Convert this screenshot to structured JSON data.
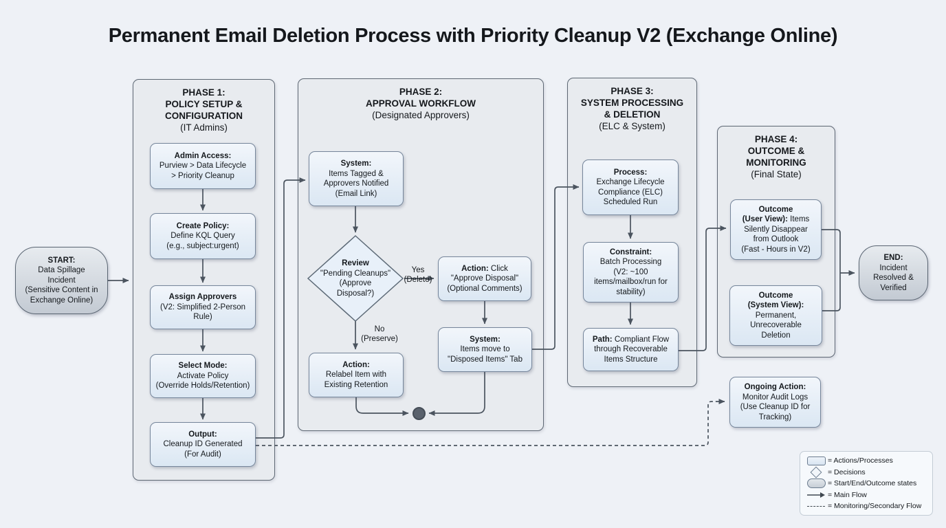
{
  "title": "Permanent Email Deletion Process with Priority Cleanup V2 (Exchange Online)",
  "colors": {
    "background": "#eef1f6",
    "container_fill": "#e8ebef",
    "process_fill": "#dbe7f3",
    "state_fill": "#c3cad3",
    "border": "#5d6773",
    "arrow": "#4b545f"
  },
  "phases": [
    {
      "title": "PHASE 1:\nPOLICY SETUP &\nCONFIGURATION",
      "subtitle": "(IT Admins)"
    },
    {
      "title": "PHASE 2:\nAPPROVAL WORKFLOW",
      "subtitle": "(Designated Approvers)"
    },
    {
      "title": "PHASE 3:\nSYSTEM PROCESSING\n& DELETION",
      "subtitle": "(ELC & System)"
    },
    {
      "title": "PHASE 4:\nOUTCOME &\nMONITORING",
      "subtitle": "(Final State)"
    }
  ],
  "nodes": {
    "start": {
      "title": "START:",
      "body": "Data Spillage\nIncident\n(Sensitive Content in\nExchange Online)"
    },
    "admin_access": {
      "title": "Admin Access:",
      "body": "Purview > Data Lifecycle\n> Priority Cleanup"
    },
    "create_policy": {
      "title": "Create Policy:",
      "body": "Define KQL Query\n(e.g., subject:urgent)"
    },
    "assign_approvers": {
      "title": "Assign Approvers",
      "body": "(V2: Simplified 2-Person\nRule)"
    },
    "select_mode": {
      "title": "Select Mode:",
      "body": "Activate Policy\n(Override Holds/Retention)"
    },
    "output": {
      "title": "Output:",
      "body": "Cleanup ID Generated\n(For Audit)"
    },
    "system_tagged": {
      "title": "System:",
      "body": "Items Tagged &\nApprovers Notified\n(Email Link)"
    },
    "review": {
      "title": "Review",
      "body": "\"Pending Cleanups\"\n(Approve\nDisposal?)"
    },
    "action_click": {
      "title": "Action:",
      "body": " Click\n\"Approve Disposal\"\n(Optional Comments)"
    },
    "system_disposed": {
      "title": "System:",
      "body": "Items move to\n\"Disposed Items\" Tab"
    },
    "action_relabel": {
      "title": "Action:",
      "body": "Relabel Item with\nExisting Retention"
    },
    "process": {
      "title": "Process:",
      "body": "Exchange Lifecycle\nCompliance (ELC)\nScheduled Run"
    },
    "constraint": {
      "title": "Constraint:",
      "body": "Batch Processing\n(V2: ~100\nitems/mailbox/run for\nstability)"
    },
    "path": {
      "title": "Path:",
      "body": " Compliant Flow\nthrough Recoverable\nItems Structure"
    },
    "outcome_user": {
      "title": "Outcome\n(User View):",
      "body": " Items\nSilently Disappear\nfrom Outlook\n(Fast - Hours in V2)"
    },
    "outcome_system": {
      "title": "Outcome\n(System View):",
      "body": "Permanent,\nUnrecoverable\nDeletion"
    },
    "ongoing": {
      "title": "Ongoing Action:",
      "body": "Monitor Audit Logs\n(Use Cleanup ID for\nTracking)"
    },
    "end": {
      "title": "END:",
      "body": "Incident\nResolved &\nVerified"
    }
  },
  "edge_labels": {
    "yes": "Yes\n(Delete)",
    "no": "No\n(Preserve)"
  },
  "legend": {
    "items": [
      {
        "label": "= Actions/Processes"
      },
      {
        "label": "= Decisions"
      },
      {
        "label": "= Start/End/Outcome states"
      },
      {
        "label": "= Main Flow"
      },
      {
        "label": "= Monitoring/Secondary Flow"
      }
    ]
  }
}
